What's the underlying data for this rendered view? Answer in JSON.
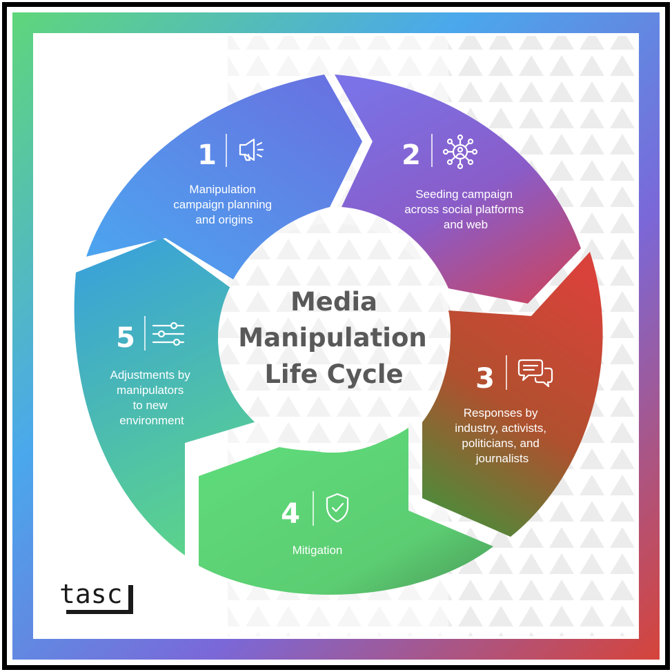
{
  "title": {
    "line1": "Media",
    "line2": "Manipulation",
    "line3": "Life Cycle"
  },
  "logo": "tasc",
  "stages": [
    {
      "number": "1",
      "icon": "megaphone-icon",
      "lines": [
        "Manipulation",
        "campaign planning",
        "and origins"
      ]
    },
    {
      "number": "2",
      "icon": "network-icon",
      "lines": [
        "Seeding campaign",
        "across social platforms",
        "and web"
      ]
    },
    {
      "number": "3",
      "icon": "chat-bubbles-icon",
      "lines": [
        "Responses by",
        "industry, activists,",
        "politicians, and",
        "journalists"
      ]
    },
    {
      "number": "4",
      "icon": "shield-check-icon",
      "lines": [
        "Mitigation"
      ]
    },
    {
      "number": "5",
      "icon": "sliders-icon",
      "lines": [
        "Adjustments by",
        "manipulators",
        "to new",
        "environment"
      ]
    }
  ],
  "colors": {
    "stage1": "#4e8fee",
    "stage2": "#7e5fd4",
    "stage3": "#cc4433",
    "stage4": "#5dd67a",
    "stage5": "#3fa8d0",
    "title": "#595959",
    "frame_gradient": [
      "#5fd67a",
      "#4aa3f0",
      "#7a68d8",
      "#d6443a"
    ]
  }
}
